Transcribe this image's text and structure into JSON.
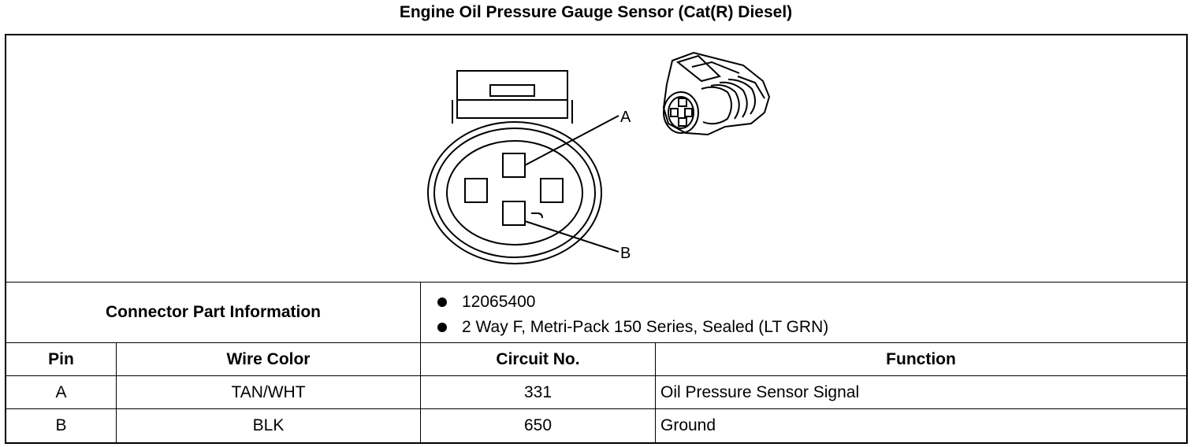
{
  "title": "Engine Oil Pressure Gauge Sensor (Cat(R) Diesel)",
  "diagram": {
    "callouts": [
      "A",
      "B"
    ]
  },
  "connector_info": {
    "label": "Connector Part Information",
    "items": [
      "12065400",
      "2 Way F, Metri-Pack 150 Series, Sealed (LT GRN)"
    ]
  },
  "table": {
    "headers": {
      "pin": "Pin",
      "wire_color": "Wire Color",
      "circuit": "Circuit No.",
      "function": "Function"
    },
    "rows": [
      {
        "pin": "A",
        "wire_color": "TAN/WHT",
        "circuit": "331",
        "function": "Oil Pressure Sensor Signal"
      },
      {
        "pin": "B",
        "wire_color": "BLK",
        "circuit": "650",
        "function": "Ground"
      }
    ]
  }
}
